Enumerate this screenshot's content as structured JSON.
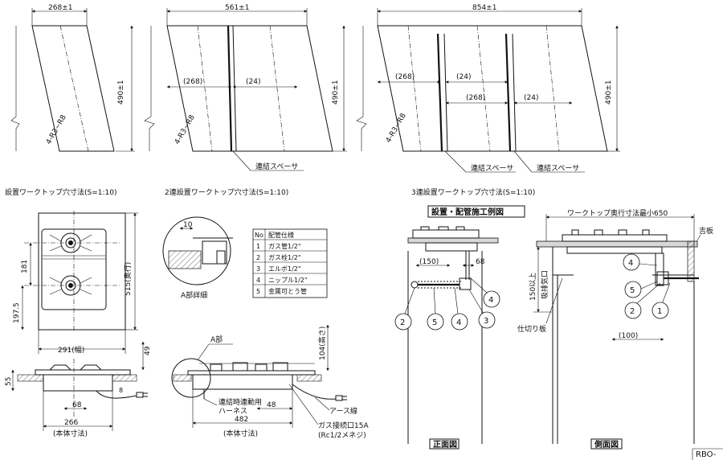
{
  "top": {
    "single": {
      "width": "268±1",
      "depth": "490±1",
      "corner": "4-R3~R8",
      "caption": "設置ワークトップ穴寸法(S=1:10)"
    },
    "double": {
      "width": "561±1",
      "w1": "(268)",
      "w2": "(24)",
      "depth": "490±1",
      "corner": "4-R3~R8",
      "spacer": "連結スペーサ",
      "caption": "2連設置ワークトップ穴寸法(S=1:10)"
    },
    "triple": {
      "width": "854±1",
      "w1": "(268)",
      "w2": "(24)",
      "w3": "(268)",
      "w4": "(24)",
      "depth": "490±1",
      "corner": "4-R3~R8",
      "spacer1": "連結スペーサ",
      "spacer2": "連結スペーサ",
      "caption": "3連設置ワークトップ穴寸法(S=1:10)"
    }
  },
  "unit_plan": {
    "d181": "181",
    "d197": "197.5",
    "d515": "515(奥行)",
    "d291": "291(幅)",
    "d49": "49",
    "d55": "55",
    "d68": "68",
    "d8": "8",
    "d266": "266",
    "body_dim": "(本体寸法)"
  },
  "detail": {
    "d10": "10",
    "label": "A部詳細"
  },
  "pipe_table": {
    "header_no": "No",
    "header_spec": "配管仕様",
    "rows": [
      {
        "no": "1",
        "spec": "ガス管1/2\""
      },
      {
        "no": "2",
        "spec": "ガス栓1/2\""
      },
      {
        "no": "3",
        "spec": "エルボ1/2\""
      },
      {
        "no": "4",
        "spec": "ニップル1/2\""
      },
      {
        "no": "5",
        "spec": "金属可とう管"
      }
    ]
  },
  "side": {
    "part_a": "A部",
    "d104": "104(高さ)",
    "harness1": "連結時連動用",
    "harness2": "ハーネス",
    "d48": "48",
    "d482": "482",
    "body_dim": "(本体寸法)",
    "earth": "アース線",
    "gas1": "ガス接続口15A",
    "gas2": "(Rc1/2メネジ)"
  },
  "example": {
    "title": "設置・配管施工例図",
    "d150": "(150)",
    "d68": "68",
    "b2": "2",
    "b5": "5",
    "b4a": "4",
    "b3": "3",
    "b4b": "4",
    "front": "正面図"
  },
  "side_view": {
    "depth_top": "ワークトップ奥行寸法最小650",
    "backboard": "吉板",
    "d150": "150以上",
    "vent": "吸排気口",
    "partition": "仕切り板",
    "d100": "(100)",
    "c4": "4",
    "c5": "5",
    "c2": "2",
    "c1": "1",
    "label": "側面図"
  },
  "code": "RBO-"
}
